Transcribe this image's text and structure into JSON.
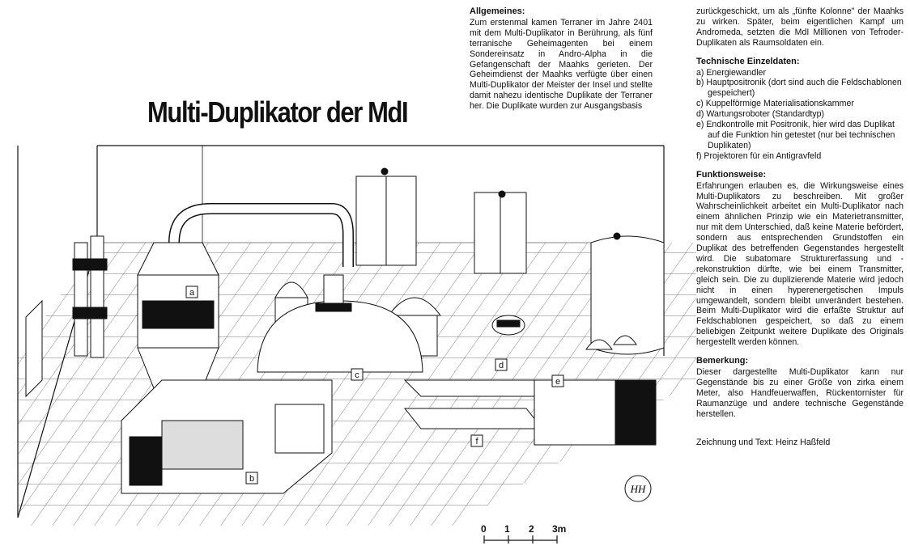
{
  "title": "Multi-Duplikator der MdI",
  "sections": {
    "allgemeines": {
      "heading": "Allgemeines:",
      "text": "Zum erstenmal kamen Terraner im Jahre 2401 mit dem Multi-Duplikator in Berührung, als fünf terranische Geheimagenten bei einem Sondereinsatz in Andro-Alpha in die Gefangenschaft der Maahks gerieten. Der Geheimdienst der Maahks verfügte über einen Multi-Duplikator der Meister der Insel und stellte damit nahezu identische Duplikate der Terraner her. Die Duplikate wurden zur Ausgangsbasis",
      "continuation": "zurückgeschickt, um als „fünfte Kolonne\" der Maahks zu wirken. Später, beim eigentlichen Kampf um Andromeda, setzten die MdI Millionen von Tefroder-Duplikaten als Raumsoldaten ein."
    },
    "technische": {
      "heading": "Technische Einzeldaten:",
      "items": [
        "a) Energiewandler",
        "b) Hauptpositronik (dort sind auch die Feldschablonen gespeichert)",
        "c) Kuppelförmige Materialisationskammer",
        "d) Wartungsroboter (Standardtyp)",
        "e) Endkontrolle mit Positronik, hier wird das Duplikat auf die Funktion hin getestet (nur bei technischen Duplikaten)",
        "f) Projektoren für ein Antigravfeld"
      ]
    },
    "funktionsweise": {
      "heading": "Funktionsweise:",
      "text": "Erfahrungen erlauben es, die Wirkungsweise eines Multi-Duplikators zu beschreiben. Mit großer Wahrscheinlichkeit arbeitet ein Multi-Duplikator nach einem ähnlichen Prinzip wie ein Materietransmitter, nur mit dem Unterschied, daß keine Materie befördert, sondern aus entsprechenden Grundstoffen ein Duplikat des betreffenden Gegenstandes hergestellt wird. Die subatomare Strukturerfassung und -rekonstruktion dürfte, wie bei einem Transmitter, gleich sein. Die zu duplizierende Materie wird jedoch nicht in einen hyperenergetischen Impuls umgewandelt, sondern bleibt unverändert bestehen. Beim Multi-Duplikator wird die erfaßte Struktur auf Feldschablonen gespeichert, so daß zu einem beliebigen Zeitpunkt weitere Duplikate des Originals hergestellt werden können."
    },
    "bemerkung": {
      "heading": "Bemerkung:",
      "text": "Dieser dargestellte Multi-Duplikator kann nur Gegenstände bis zu einer Größe von zirka einem Meter, also Handfeuerwaffen, Rückentornister für Raumanzüge und andere technische Gegenstände herstellen."
    }
  },
  "credit": "Zeichnung und Text: Heinz Haßfeld",
  "drawing_labels": [
    "a",
    "b",
    "c",
    "d",
    "e",
    "f"
  ],
  "signature": "HH",
  "scale_bar": {
    "ticks": [
      "0",
      "1",
      "2",
      "3m"
    ]
  }
}
